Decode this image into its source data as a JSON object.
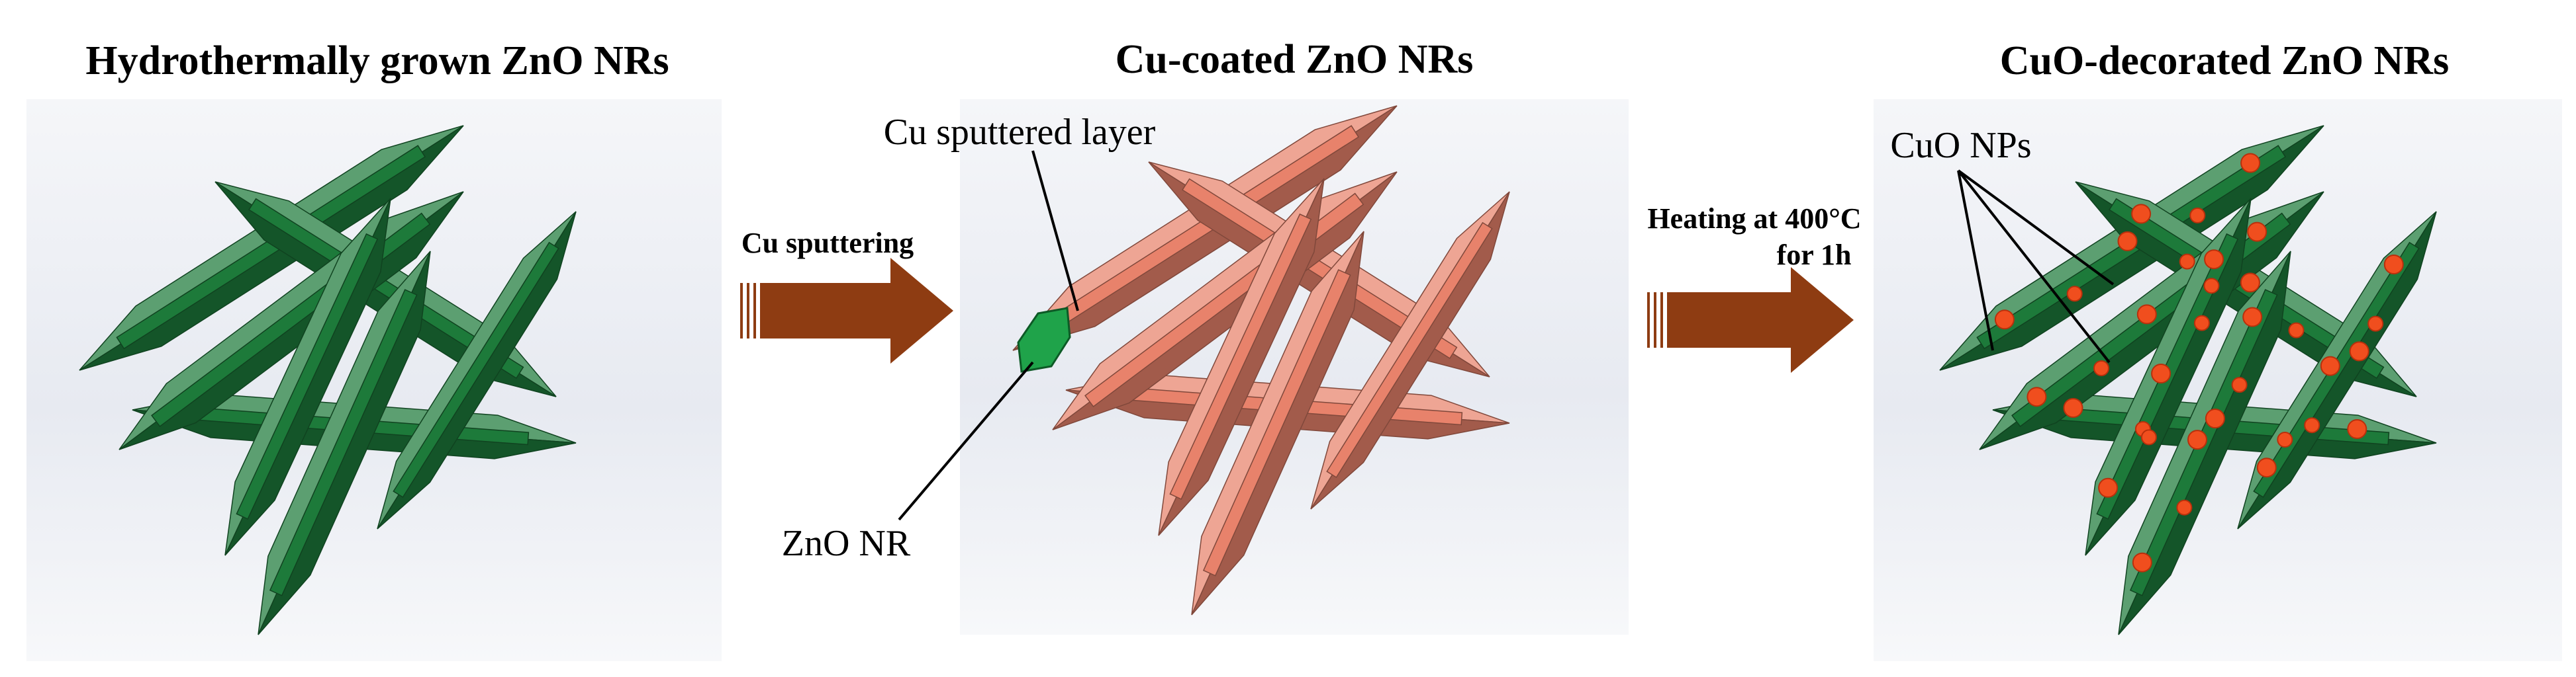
{
  "panels": [
    {
      "title": "Hydrothermally grown ZnO NRs"
    },
    {
      "title": "Cu-coated ZnO NRs"
    },
    {
      "title": "CuO-decorated ZnO NRs"
    }
  ],
  "steps": [
    {
      "label": "Cu sputtering"
    },
    {
      "label_line1": "Heating at 400°C",
      "label_line2": "for 1h"
    }
  ],
  "annotations": {
    "cu_layer": "Cu sputtered layer",
    "zno_nr": "ZnO NR",
    "cuo_nps": "CuO NPs"
  },
  "colors": {
    "zno": "#1d7a3a",
    "cu": "#e8826b",
    "cuo_np": "#f04e1e",
    "arrow": "#8e3c12"
  }
}
